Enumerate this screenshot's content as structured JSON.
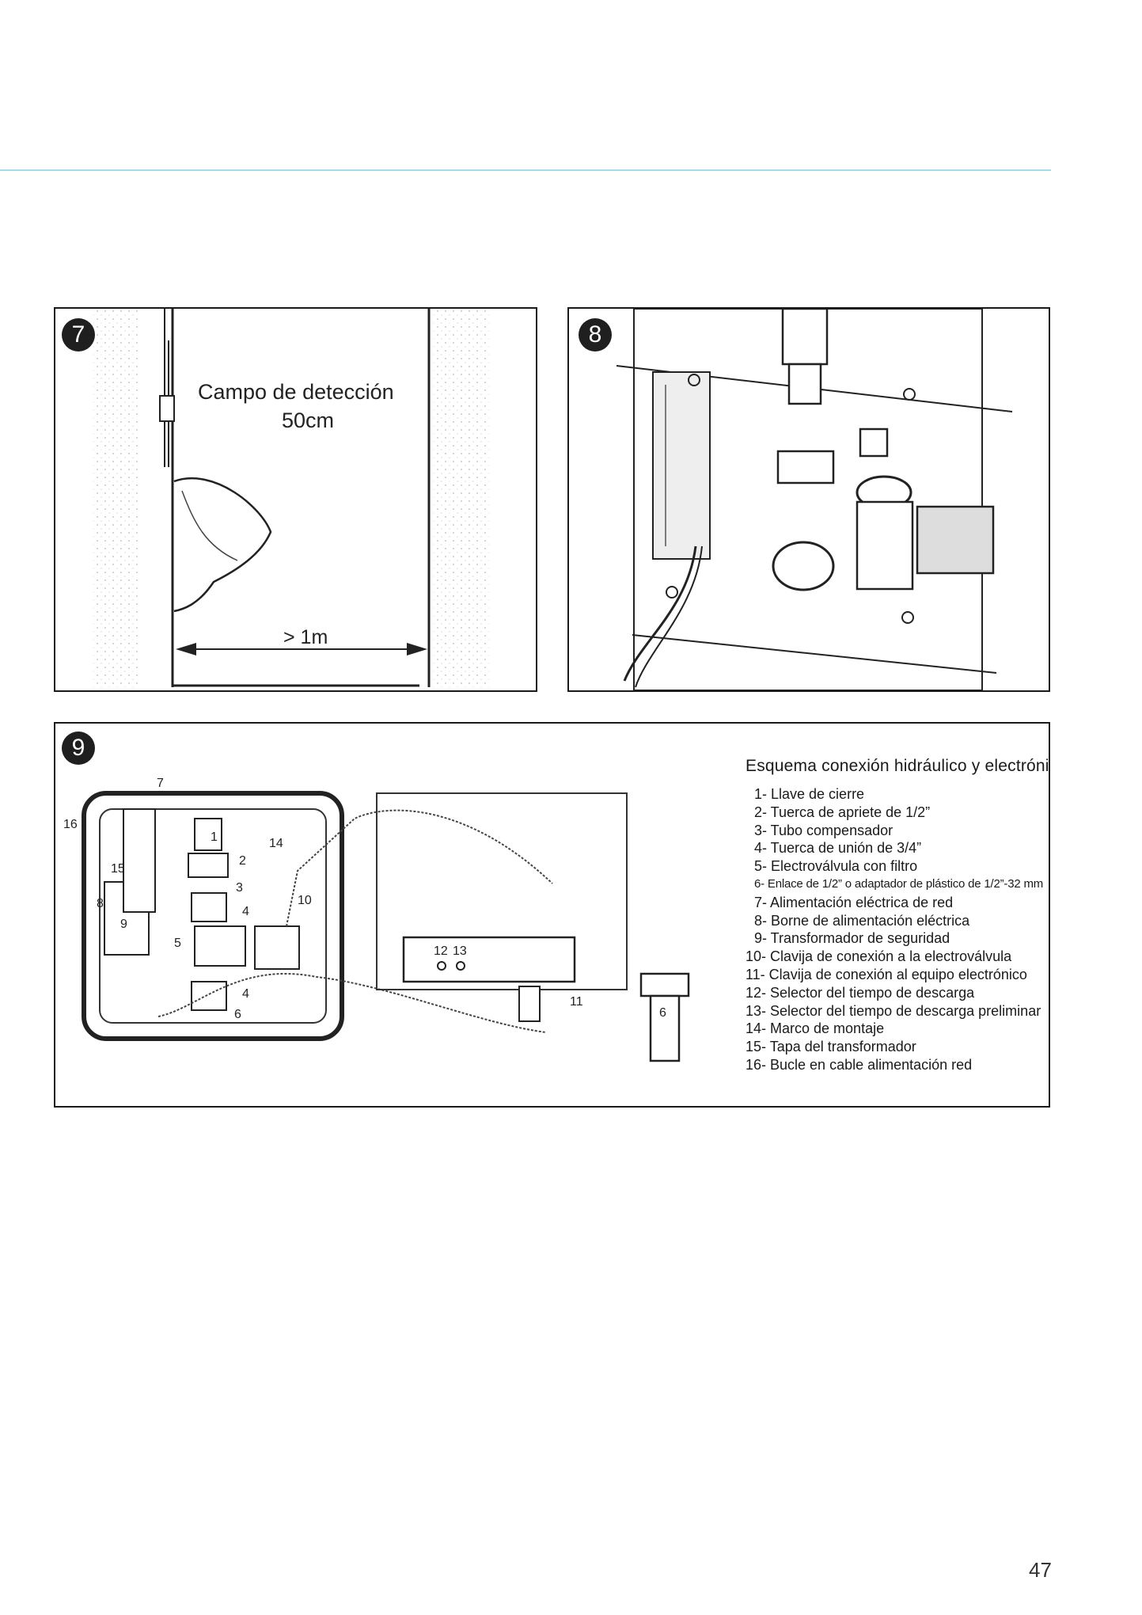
{
  "page": {
    "accent_color": "#a8dbea",
    "page_number": "47"
  },
  "figure7": {
    "badge": "7",
    "label_line1": "Campo de detección",
    "label_line2": "50cm",
    "distance_label": "> 1m"
  },
  "figure8": {
    "badge": "8"
  },
  "figure9": {
    "badge": "9",
    "legend_title": "Esquema conexión hidráulico y electrónico",
    "legend_items": [
      "1- Llave de cierre",
      "2- Tuerca de apriete de 1/2”",
      "3- Tubo compensador",
      "4- Tuerca de unión de 3/4”",
      "5- Electroválvula con filtro",
      "6- Enlace de 1/2” o adaptador de plástico de 1/2”-32 mm",
      "7- Alimentación eléctrica de red",
      "8- Borne de alimentación eléctrica",
      "9- Transformador de seguridad",
      "10- Clavija de conexión a la electroválvula",
      "11- Clavija de conexión al equipo electrónico",
      "12- Selector del tiempo de descarga",
      "13- Selector del tiempo de descarga preliminar",
      "14- Marco de montaje",
      "15- Tapa del transformador",
      "16- Bucle en cable alimentación red"
    ],
    "callouts": [
      "1",
      "2",
      "3",
      "4",
      "4",
      "5",
      "6",
      "7",
      "8",
      "9",
      "10",
      "11",
      "12",
      "13",
      "14",
      "15",
      "16",
      "6"
    ]
  }
}
